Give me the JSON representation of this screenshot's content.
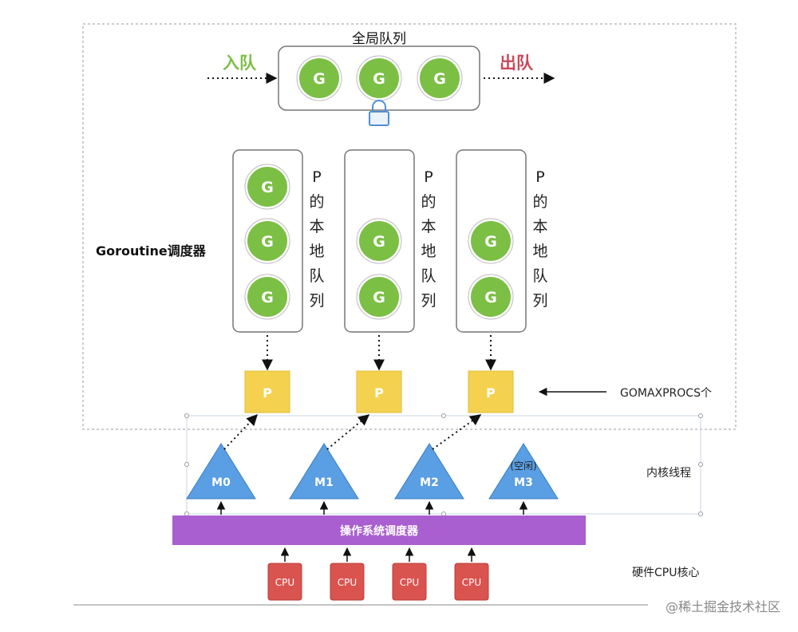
{
  "global_queue": {
    "title": "全局队列",
    "enqueue_label": "入队",
    "dequeue_label": "出队",
    "goroutines": [
      "G",
      "G",
      "G"
    ]
  },
  "scheduler_label": "Goroutine调度器",
  "processors": [
    {
      "queue_label": [
        "P",
        "的",
        "本",
        "地",
        "队",
        "列"
      ],
      "goroutines": [
        "G",
        "G",
        "G"
      ],
      "p_label": "P"
    },
    {
      "queue_label": [
        "P",
        "的",
        "本",
        "地",
        "队",
        "列"
      ],
      "goroutines": [
        "G",
        "G"
      ],
      "p_label": "P"
    },
    {
      "queue_label": [
        "P",
        "的",
        "本",
        "地",
        "队",
        "列"
      ],
      "goroutines": [
        "G",
        "G"
      ],
      "p_label": "P"
    }
  ],
  "gomaxprocs_label": "GOMAXPROCS个",
  "threads": [
    {
      "label": "M0",
      "note": ""
    },
    {
      "label": "M1",
      "note": ""
    },
    {
      "label": "M2",
      "note": ""
    },
    {
      "label": "M3",
      "note": "(空闲)"
    }
  ],
  "kernel_thread_label": "内核线程",
  "os_scheduler_label": "操作系统调度器",
  "cpus": [
    "CPU",
    "CPU",
    "CPU",
    "CPU"
  ],
  "hardware_label": "硬件CPU核心",
  "watermark": "@稀土掘金技术社区",
  "colors": {
    "goroutine": "#7cbf45",
    "processor": "#f4d24f",
    "thread": "#5a9ee3",
    "os_scheduler": "#a95fd0",
    "cpu": "#d9534f",
    "enqueue": "#7cbf45",
    "dequeue": "#c9485b",
    "lock": "#4f8fd6"
  }
}
